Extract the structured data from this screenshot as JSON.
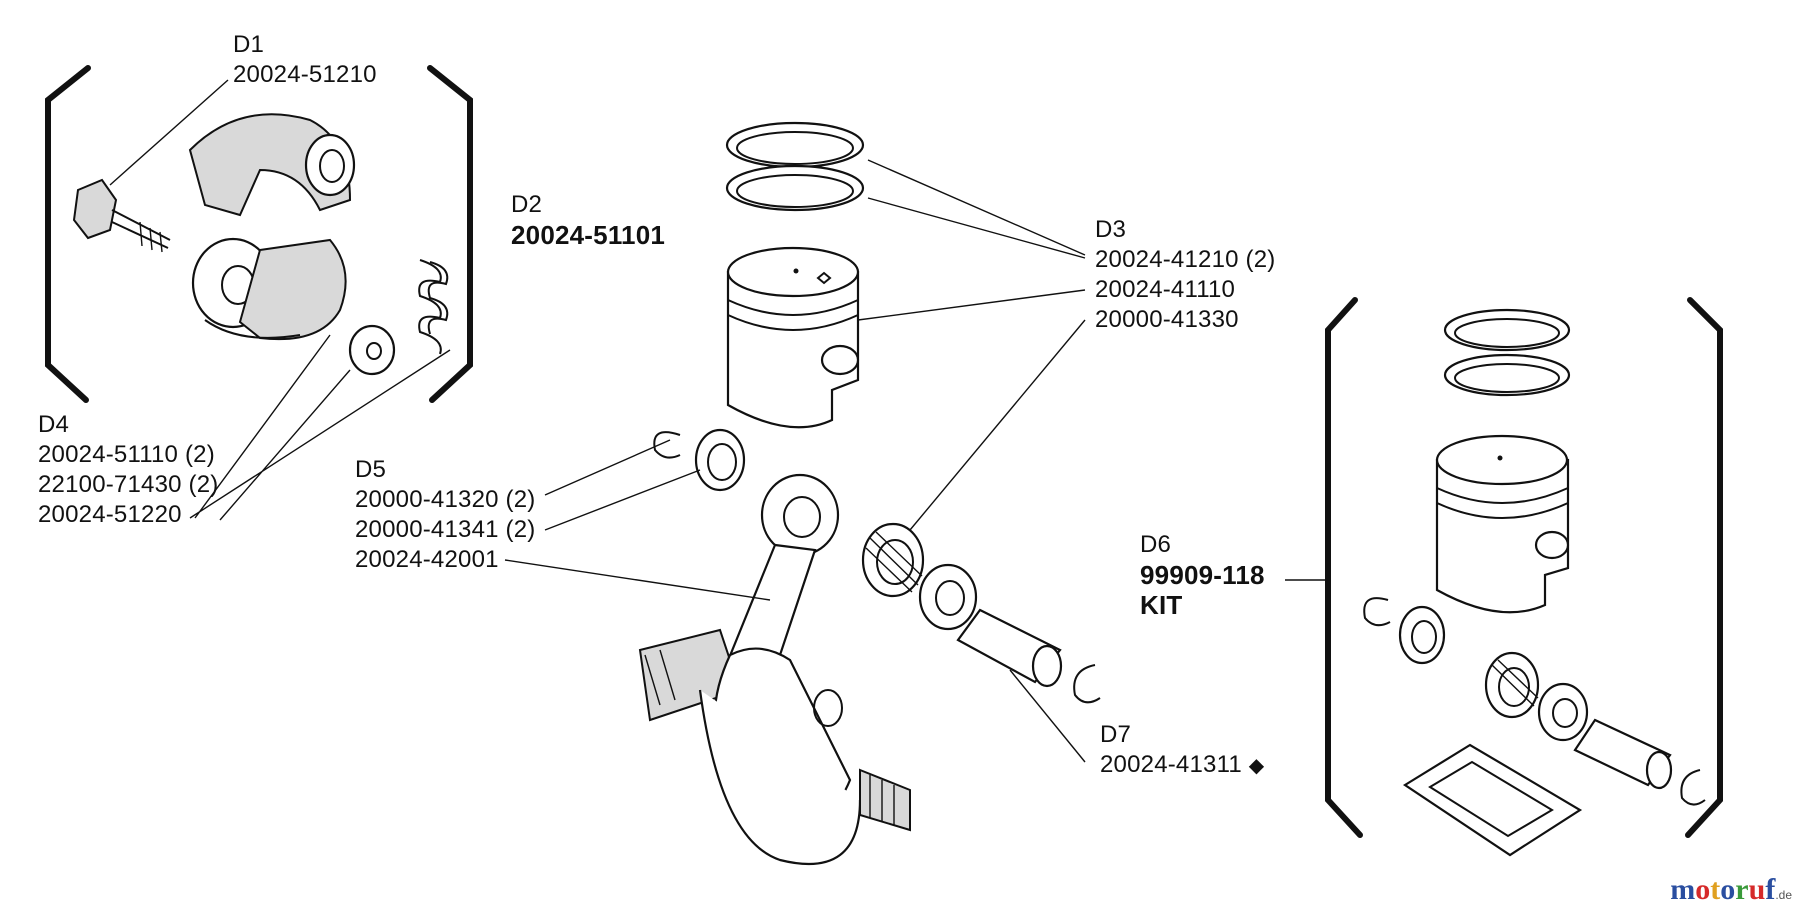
{
  "labels": {
    "d1": {
      "ref": "D1",
      "parts": [
        "20024-51210"
      ]
    },
    "d2": {
      "ref": "D2",
      "parts": [
        "20024-51101"
      ]
    },
    "d3": {
      "ref": "D3",
      "parts": [
        "20024-41210 (2)",
        "20024-41110",
        "20000-41330"
      ]
    },
    "d4": {
      "ref": "D4",
      "parts": [
        "20024-51110 (2)",
        "22100-71430 (2)",
        "20024-51220"
      ]
    },
    "d5": {
      "ref": "D5",
      "parts": [
        "20000-41320 (2)",
        "20000-41341 (2)",
        "20024-42001"
      ]
    },
    "d6": {
      "ref": "D6",
      "parts": [
        "99909-118",
        "KIT"
      ]
    },
    "d7": {
      "ref": "D7",
      "parts": [
        "20024-41311"
      ],
      "marker": "◆"
    }
  },
  "watermark": {
    "letters": [
      "m",
      "o",
      "t",
      "o",
      "r",
      "u",
      "f"
    ],
    "colors": [
      "#2a4ea0",
      "#d62a2a",
      "#e0a020",
      "#2a4ea0",
      "#3a9a3a",
      "#d62a2a",
      "#2a4ea0"
    ],
    "domain": ".de"
  }
}
